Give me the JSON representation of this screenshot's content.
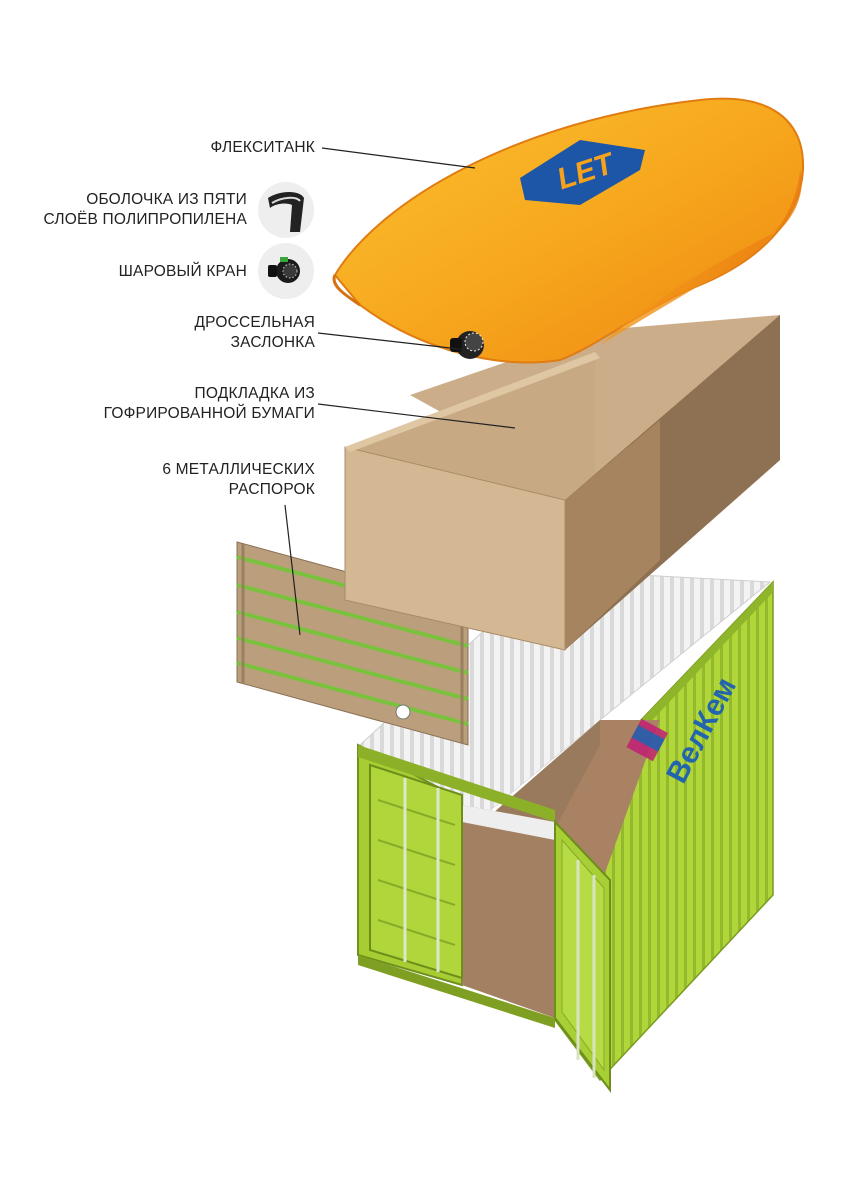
{
  "labels": {
    "flexitank": "ФЛЕКСИТАНК",
    "shell": "ОБОЛОЧКА ИЗ ПЯТИ\nСЛОЁВ ПОЛИПРОПИЛЕНА",
    "valve": "ШАРОВЫЙ КРАН",
    "throttle": "ДРОССЕЛЬНАЯ\nЗАСЛОНКА",
    "liner": "ПОДКЛАДКА ИЗ\nГОФРИРОВАННОЙ БУМАГИ",
    "bars": "6 МЕТАЛЛИЧЕСКИХ\nРАСПОРОК"
  },
  "tank_logo_text": "LET",
  "container_logo_text": "ВелКем",
  "colors": {
    "tank": "#f7a21b",
    "tank_logo": "#1d56a6",
    "cardboard": "#c9ab86",
    "container": "#a9cf35",
    "container_logo_blue": "#2264ae",
    "container_logo_pink": "#c21f74"
  },
  "icons": [
    "layer-sample-icon",
    "ball-valve-icon"
  ]
}
